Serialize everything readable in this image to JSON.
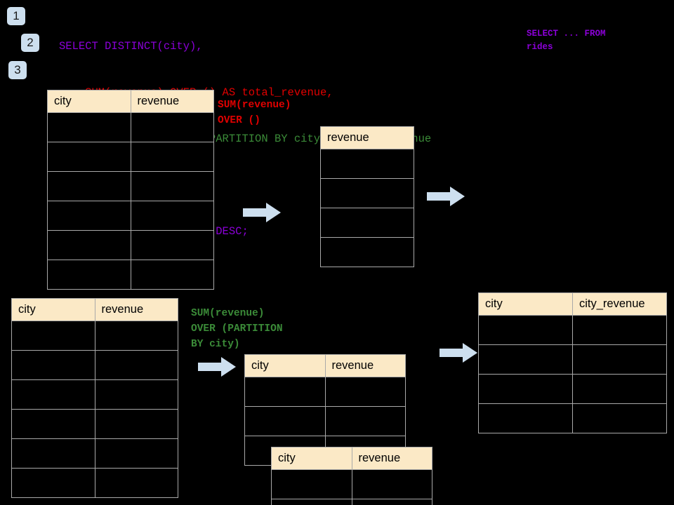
{
  "steps": [
    {
      "label": "1"
    },
    {
      "label": "2"
    },
    {
      "label": "3"
    }
  ],
  "sql": {
    "lines": [
      {
        "text": "SELECT DISTINCT(city),",
        "color": "purple"
      },
      {
        "text": "    SUM(revenue) OVER () AS total_revenue,",
        "color": "red"
      },
      {
        "text": "    SUM(revenue) OVER (PARTITION BY city) as city_revenue",
        "color": "green"
      },
      {
        "text": "  FROM rides",
        "color": "purple"
      },
      {
        "text": "  ORDER by city_revenue DESC;",
        "color": "purple"
      }
    ],
    "aside": "SELECT ... FROM\nrides"
  },
  "annotations": {
    "total_revenue": "SUM(revenue)\nOVER ()",
    "city_revenue": "SUM(revenue)\nOVER (PARTITION\nBY city)"
  },
  "tables": {
    "source_top": {
      "title": "rides-source-top",
      "headers": [
        "city",
        "revenue"
      ],
      "rows": [
        [
          "",
          ""
        ],
        [
          "",
          ""
        ],
        [
          "",
          ""
        ],
        [
          "",
          ""
        ],
        [
          "",
          ""
        ],
        [
          "",
          ""
        ]
      ]
    },
    "total_revenue": {
      "title": "total-revenue-intermediate",
      "headers": [
        "revenue"
      ],
      "rows": [
        [
          ""
        ],
        [
          ""
        ],
        [
          ""
        ],
        [
          ""
        ]
      ]
    },
    "source_bottom": {
      "title": "rides-source-bottom",
      "headers": [
        "city",
        "revenue"
      ],
      "rows": [
        [
          "",
          ""
        ],
        [
          "",
          ""
        ],
        [
          "",
          ""
        ],
        [
          "",
          ""
        ],
        [
          "",
          ""
        ],
        [
          "",
          ""
        ]
      ]
    },
    "partition_a": {
      "title": "partition-group-a",
      "headers": [
        "city",
        "revenue"
      ],
      "rows": [
        [
          "",
          ""
        ],
        [
          "",
          ""
        ],
        [
          "",
          ""
        ]
      ]
    },
    "partition_b": {
      "title": "partition-group-b",
      "headers": [
        "city",
        "revenue"
      ],
      "rows": [
        [
          "",
          ""
        ],
        [
          "",
          ""
        ]
      ]
    },
    "result": {
      "title": "final-result",
      "headers": [
        "city",
        "city_revenue"
      ],
      "rows": [
        [
          "",
          ""
        ],
        [
          "",
          ""
        ],
        [
          "",
          ""
        ],
        [
          "",
          ""
        ]
      ]
    }
  },
  "colors": {
    "background": "#000000",
    "header_fill": "#fbe9c6",
    "grid_line": "#a9a9a9",
    "arrow_fill": "#cddfef",
    "badge_fill": "#cddfef",
    "purple": "#8b00d8",
    "red": "#e10000",
    "green": "#3b8b38"
  },
  "arrows": [
    {
      "name": "arrow-source-to-total"
    },
    {
      "name": "arrow-total-to-result"
    },
    {
      "name": "arrow-source-to-partition"
    },
    {
      "name": "arrow-partition-to-result"
    }
  ]
}
